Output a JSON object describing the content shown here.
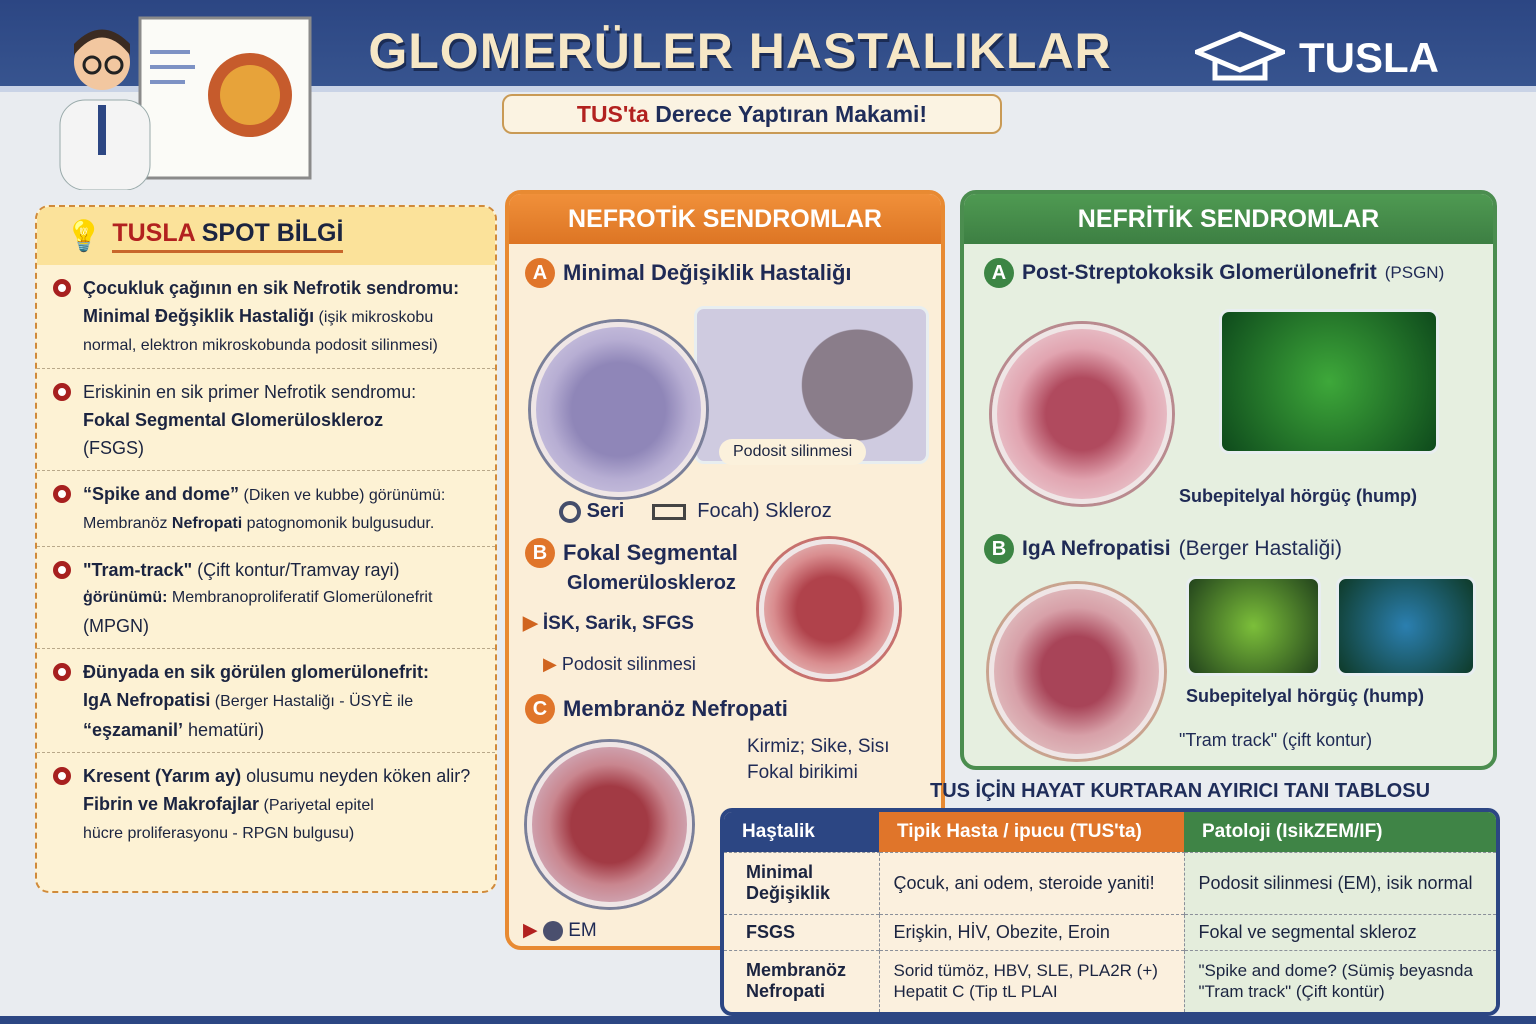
{
  "header": {
    "title": "GLOMERÜLER HASTALIKLAR",
    "logo": "TUSLA",
    "subtitle_red": "TUS'ta",
    "subtitle_rest": " Derece Yaptıran Makami!"
  },
  "colors": {
    "header_blue": "#2c4683",
    "orange": "#e88a32",
    "green": "#4b8d4f",
    "red": "#b2211f"
  },
  "spot": {
    "title_red": "TUSLA",
    "title_rest": "SPOT BİLGİ",
    "icon": "lightbulb-icon",
    "items": [
      {
        "l1": "Çocukluk çağının en sik Nefrotik sendromu:",
        "l2b": "Minimal Đeğşiklik Hastaliğı",
        "l2s": " (işik mikroskobu",
        "l3": "normal, elektron mikroskobunda podosit silinmesi)"
      },
      {
        "l1": "Eriskinin en sik primer Nefrotik sendromu:",
        "l2b": "Fokal Segmental Glomerüloskleroz",
        "l3": "(FSGS)"
      },
      {
        "l1b": "“Spike and dome”",
        "l1": " (Diken ve kubbe) görünümü:",
        "l2": "Membranöz ",
        "l2b": "Nefropati",
        "l2r": " patognomonik bulgusudur."
      },
      {
        "l1b": "\"Tram-track\"",
        "l1": " (Çift kontur/Tramvay rayi)",
        "l2b": "ģörünümü:",
        "l2": " Membranoproliferatif Glomerülonefrit",
        "l3": "(MPGN)"
      },
      {
        "l1b": "Đünyada en sik görülen glomerülonefrit:",
        "l2b": "IgA Nefropatisi",
        "l2": " (Berger Hastaliğı - ÜSYÈ ile",
        "l3b": "“eşzamanil’",
        "l3": " hematüri)"
      },
      {
        "l1b": "Kresent (Yarım ay)",
        "l1": " olusumu neyden köken alir?",
        "l2b": "Fibrin ve Makrofajlar",
        "l2": " (Pariyetal epitel",
        "l3": "hücre proliferasyonu - RPGN bulgusu)"
      }
    ]
  },
  "nefrotik": {
    "title": "NEFROTİK SENDROMLAR",
    "a": {
      "letter": "A",
      "title": "Minimal Değişiklik Hastaliğı",
      "callout": "Podosit silinmesi",
      "legend1": "Seri",
      "legend2": "Focah) Skleroz"
    },
    "b": {
      "letter": "B",
      "title1": "Fokal Segmental",
      "title2": "Glomerüloskleroz",
      "bullet1": "İSK, Sarik, SFGS",
      "bullet2": "Podosit silinmesi"
    },
    "c": {
      "letter": "C",
      "title": "Membranöz Nefropati",
      "note1": "Kirmiz; Sike, Sisı",
      "note2": "Fokal birikimi",
      "em": "EM"
    }
  },
  "nefritik": {
    "title": "NEFRİTİK SENDROMLAR",
    "a": {
      "letter": "A",
      "title": "Post-Streptokoksik Glomerülonefrit",
      "abbr": "(PSGN)",
      "label": "Subepitelyal hörgüç (hump)"
    },
    "b": {
      "letter": "B",
      "title": "IgA Nefropatisi",
      "sub": "(Berger Hastaliği)",
      "label1": "Subepitelyal hörgüç (hump)",
      "label2": "\"Tram track\" (çift kontur)"
    }
  },
  "table": {
    "title": "TUS İÇİN HAYAT KURTARAN AYIRICI TANI TABLOSU",
    "headers": [
      "Haştalik",
      "Tipik Hasta / ipucu (TUS'ta)",
      "Patoloji (IsikZEM/IF)"
    ],
    "rows": [
      {
        "c1": "Minimal Değişiklik",
        "c2": "Çocuk, ani odem, steroide yaniti!",
        "c3": "Podosit silinmesi (EM), isik normal"
      },
      {
        "c1": "FSGS",
        "c2": "Erişkin, HİV, Obezite, Eroin",
        "c3": "Fokal ve segmental skleroz"
      },
      {
        "c1": "Membranöz Nefropati",
        "c2": "Sorid tümöz, HBV, SLE, PLA2R (+) Hepatit C (Tip tL  PLAI",
        "c3": "\"Spike and dome? (Sümiş beyasnda \"Tram track\" (Çift kontür)"
      }
    ]
  }
}
